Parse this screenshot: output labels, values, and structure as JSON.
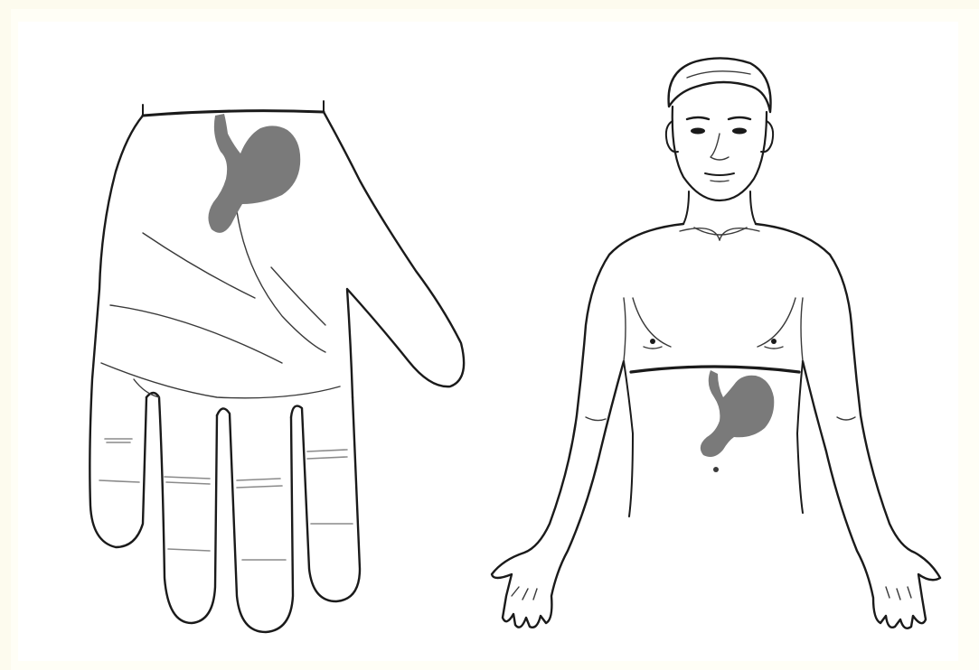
{
  "figure": {
    "panels": [
      {
        "id": "palm",
        "depicts": "palm"
      },
      {
        "id": "torso",
        "depicts": "upper-body"
      }
    ],
    "colors": {
      "page_background": "#fdfbee",
      "line_ink": "#1a1a1a",
      "organ_fill": "#7a7a7a",
      "boundary_line": "#1a1a1a"
    },
    "icons": [
      "stomach-icon",
      "hand-icon",
      "human-torso-icon"
    ]
  }
}
